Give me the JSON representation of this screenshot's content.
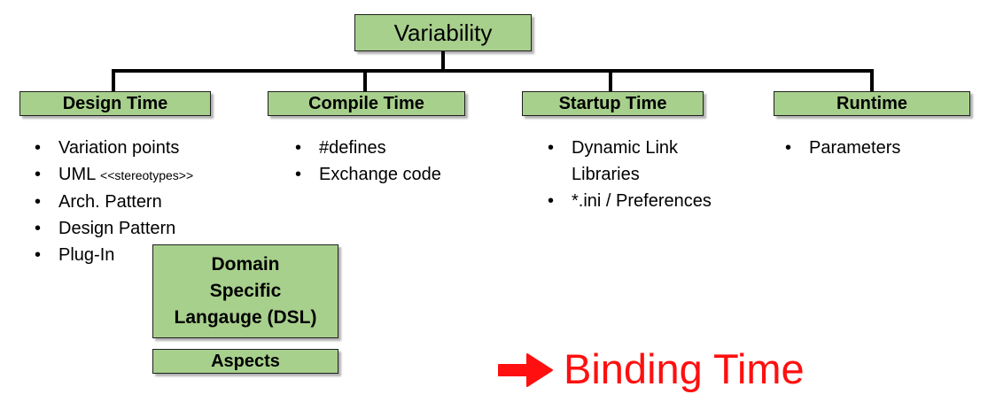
{
  "diagram": {
    "root_label": "Variability",
    "branches": [
      {
        "header": "Design Time",
        "items": [
          {
            "text": "Variation points"
          },
          {
            "text": "UML",
            "suffix": "<<stereotypes>>"
          },
          {
            "text": "Arch. Pattern"
          },
          {
            "text": "Design Pattern"
          },
          {
            "text": "Plug-In"
          }
        ]
      },
      {
        "header": "Compile Time",
        "items": [
          {
            "text": "#defines"
          },
          {
            "text": "Exchange code"
          }
        ]
      },
      {
        "header": "Startup Time",
        "items": [
          {
            "text": "Dynamic Link Libraries"
          },
          {
            "text": "*.ini / Preferences"
          }
        ]
      },
      {
        "header": "Runtime",
        "items": [
          {
            "text": "Parameters"
          }
        ]
      }
    ],
    "sub_boxes": {
      "dsl_lines": [
        "Domain",
        "Specific",
        "Langauge (DSL)"
      ],
      "aspects_label": "Aspects"
    },
    "annotation": {
      "arrow_icon": "right-arrow-icon",
      "label": "Binding Time",
      "color": "#ff0f0f"
    },
    "colors": {
      "box_fill": "#a8d08d",
      "box_border": "#1f1f1f",
      "connector": "#000000"
    }
  }
}
